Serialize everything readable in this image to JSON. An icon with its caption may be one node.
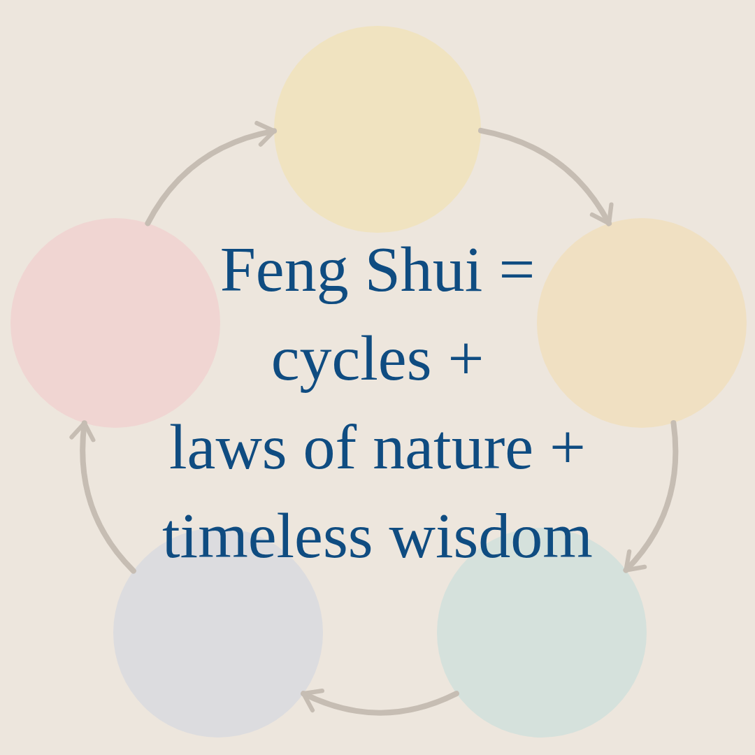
{
  "diagram": {
    "title": "Feng Shui = cycles + laws of nature + timeless wisdom",
    "nodes": [
      {
        "text": [],
        "shape": "circle"
      },
      {
        "text": [],
        "shape": "circle"
      },
      {
        "text": [],
        "shape": "circle"
      },
      {
        "text": [],
        "shape": "circle"
      },
      {
        "text": [],
        "shape": "circle"
      }
    ],
    "edges": [
      {
        "from": 0,
        "to": 2,
        "arrow": "to"
      },
      {
        "from": 2,
        "to": 4,
        "arrow": "to"
      },
      {
        "from": 4,
        "to": 3,
        "arrow": "to"
      },
      {
        "from": 3,
        "to": 1,
        "arrow": "to"
      },
      {
        "from": 1,
        "to": 0,
        "arrow": "to"
      }
    ]
  }
}
